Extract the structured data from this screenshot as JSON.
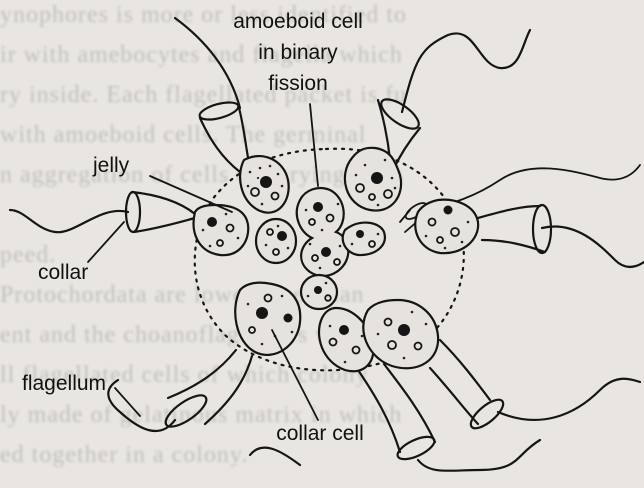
{
  "labels": {
    "amoeboid_line1": "amoeboid cell",
    "amoeboid_line2": "in binary",
    "amoeboid_line3": "fission",
    "jelly": "jelly",
    "collar": "collar",
    "flagellum": "flagellum",
    "collar_cell": "collar cell"
  },
  "background_text": [
    "ynophores is more or less identified to",
    "ir with amebocytes and flagella which",
    "ry inside. Each flagellated packet is fu",
    "with amoeboid cells. The germinal",
    "n aggregation of cells of varying sizes",
    "peed.",
    "Protochordata are lower level than",
    "ent and the choanoflagellates with",
    "ll flagellated cells of which colony",
    "ly made of gelatinous matrix in which",
    "ed together in a colony."
  ]
}
